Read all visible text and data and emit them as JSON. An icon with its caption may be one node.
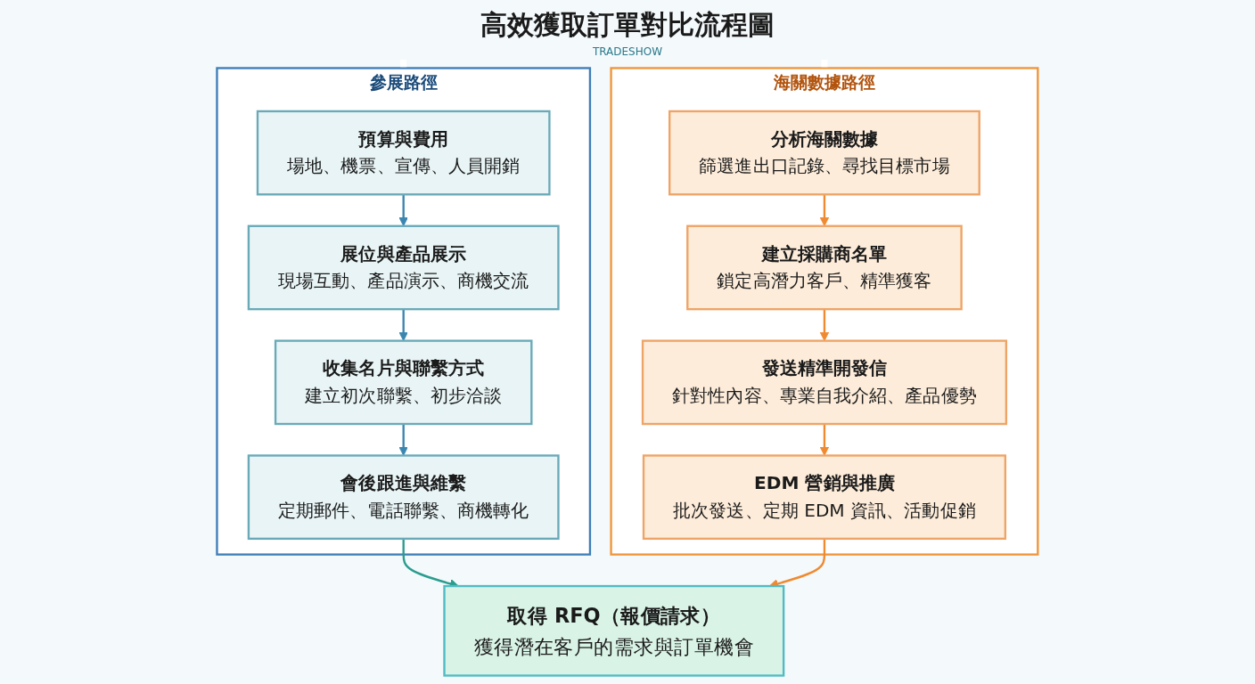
{
  "diagram": {
    "title": "高效獲取訂單對比流程圖",
    "nodes": [
      {
        "text": [
          "參展路徑"
        ]
      },
      {
        "text": [
          "預算與費用",
          "場地、機票、宣傳、人員開銷"
        ],
        "in": 0
      },
      {
        "text": [
          "展位與產品展示",
          "現場互動、產品演示、商機交流"
        ],
        "in": 0
      },
      {
        "text": [
          "收集名片與聯繫方式",
          "建立初次聯繫、初步洽談"
        ],
        "in": 0
      },
      {
        "text": [
          "會後跟進與維繫",
          "定期郵件、電話聯繫、商機轉化"
        ],
        "in": 0
      },
      {
        "text": [
          "海關數據路徑"
        ]
      },
      {
        "text": [
          "分析海關數據",
          "篩選進出口記錄、尋找目標市場"
        ],
        "in": 5
      },
      {
        "text": [
          "建立採購商名單",
          "鎖定高潛力客戶、精準獲客"
        ],
        "in": 5
      },
      {
        "text": [
          "發送精準開發信",
          "針對性內容、專業自我介紹、產品優勢"
        ],
        "in": 5
      },
      {
        "text": [
          "EDM 營銷與推廣",
          "批次發送、定期 EDM 資訊、活動促銷"
        ],
        "in": 5
      },
      {
        "text": [
          "取得 RFQ（報價請求）",
          "獲得潛在客戶的需求與訂單機會"
        ]
      }
    ],
    "edges": [
      {
        "from": 1,
        "to": 2,
        "arrow": "to",
        "color": "#3a86b0"
      },
      {
        "from": 2,
        "to": 3,
        "arrow": "to",
        "color": "#3a86b0"
      },
      {
        "from": 3,
        "to": 4,
        "arrow": "to",
        "color": "#3a86b0"
      },
      {
        "from": 4,
        "to": 10,
        "arrow": "to",
        "color": "#2a9d8f"
      },
      {
        "from": 6,
        "to": 7,
        "arrow": "to",
        "color": "#f08a30"
      },
      {
        "from": 7,
        "to": 8,
        "arrow": "to",
        "color": "#f08a30"
      },
      {
        "from": 8,
        "to": 9,
        "arrow": "to",
        "color": "#f08a30"
      },
      {
        "from": 9,
        "to": 10,
        "arrow": "to",
        "color": "#f08a30"
      }
    ],
    "labels": [
      "TRADESHOW"
    ]
  }
}
